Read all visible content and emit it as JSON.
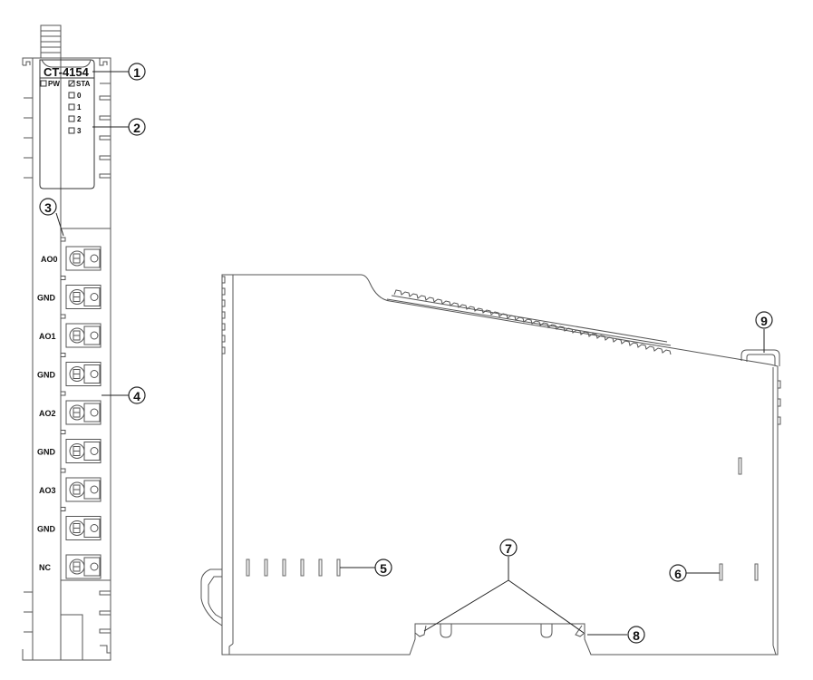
{
  "diagram": {
    "front_view": {
      "model_label": "CT-4154",
      "leds": [
        {
          "label": "PW",
          "state": "off"
        },
        {
          "label": "STA",
          "state": "hatched"
        },
        {
          "label": "0",
          "state": "off"
        },
        {
          "label": "1",
          "state": "off"
        },
        {
          "label": "2",
          "state": "off"
        },
        {
          "label": "3",
          "state": "off"
        }
      ],
      "terminals": [
        "AO0",
        "GND",
        "AO1",
        "GND",
        "AO2",
        "GND",
        "AO3",
        "GND",
        "NC"
      ]
    },
    "callouts": [
      {
        "id": "1",
        "label": "1"
      },
      {
        "id": "2",
        "label": "2"
      },
      {
        "id": "3",
        "label": "3"
      },
      {
        "id": "4",
        "label": "4"
      },
      {
        "id": "5",
        "label": "5"
      },
      {
        "id": "6",
        "label": "6"
      },
      {
        "id": "7",
        "label": "7"
      },
      {
        "id": "8",
        "label": "8"
      },
      {
        "id": "9",
        "label": "9"
      }
    ],
    "colors": {
      "line": "#555555",
      "background": "#ffffff",
      "text": "#111111"
    }
  }
}
